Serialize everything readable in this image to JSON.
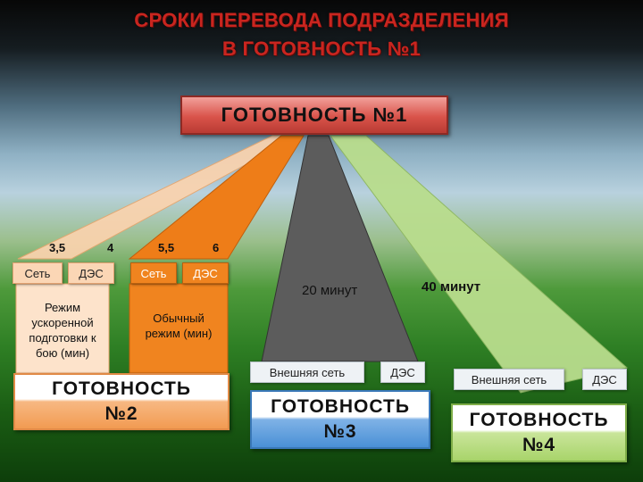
{
  "title": {
    "line1": "СРОКИ ПЕРЕВОДА ПОДРАЗДЕЛЕНИЯ",
    "line2": "В ГОТОВНОСТЬ №1"
  },
  "main_header": "ГОТОВНОСТЬ №1",
  "readiness2": {
    "values": [
      "3,5",
      "4",
      "5,5",
      "6"
    ],
    "tabs": [
      "Сеть",
      "ДЭС",
      "Сеть",
      "ДЭС"
    ],
    "accelerated_mode": "Режим ускоренной подготовки к бою (мин)",
    "normal_mode": "Обычный режим (мин)",
    "label_line1": "ГОТОВНОСТЬ",
    "label_line2": "№2"
  },
  "readiness3": {
    "time": "20 минут",
    "tabs": [
      "Внешняя сеть",
      "ДЭС"
    ],
    "label_line1": "ГОТОВНОСТЬ",
    "label_line2": "№3"
  },
  "readiness4": {
    "time": "40 минут",
    "tabs": [
      "Внешняя сеть",
      "ДЭС"
    ],
    "label_line1": "ГОТОВНОСТЬ",
    "label_line2": "№4"
  },
  "colors": {
    "title_red": "#c9251f",
    "header_red": "#d9534a",
    "orange": "#f0841f",
    "light_orange": "#fbd6b5",
    "dark_grey": "#5b5b5b",
    "light_green": "#b8dc8a",
    "blue": "#4a90d6"
  }
}
